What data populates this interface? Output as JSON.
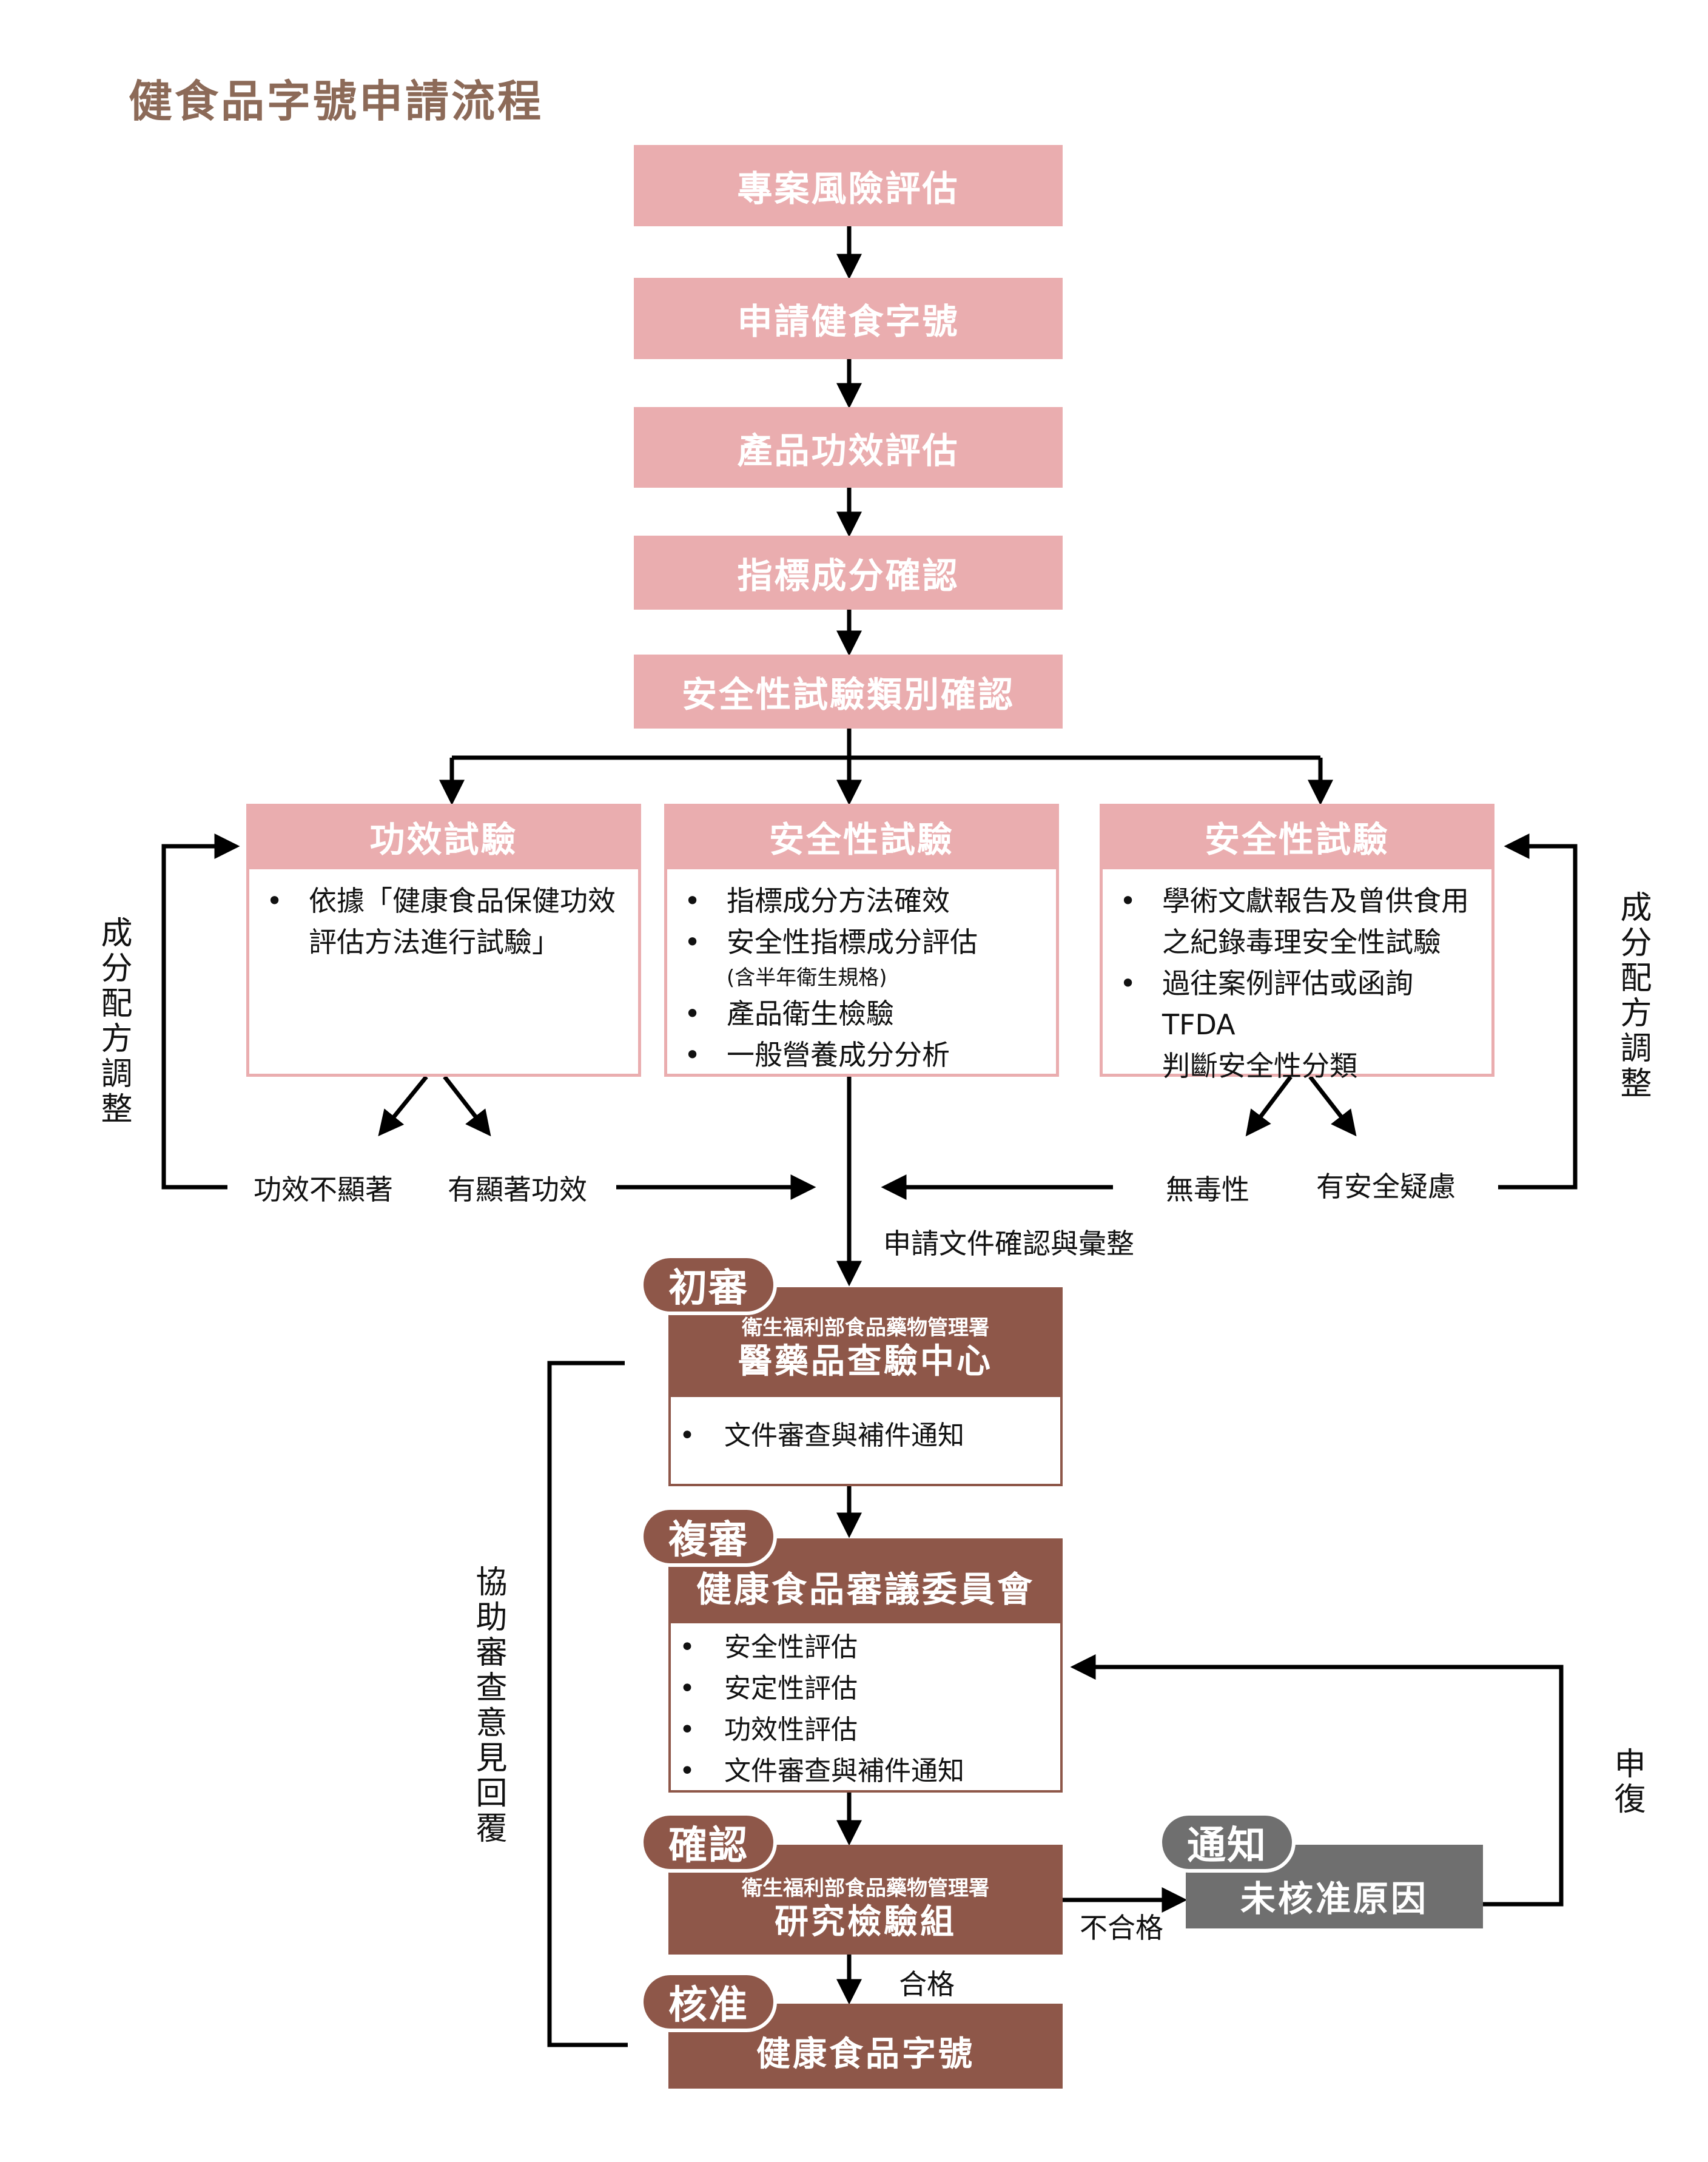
{
  "title": "健食品字號申請流程",
  "colors": {
    "pink": "#eaadaf",
    "brown": "#8e5749",
    "gray": "#6f6f6f",
    "title": "#8c6a58"
  },
  "steps": [
    "專案風險評估",
    "申請健食字號",
    "產品功效評估",
    "指標成分確認",
    "安全性試驗類別確認"
  ],
  "branches": [
    {
      "title": "功效試驗",
      "items": [
        {
          "text": "依據「健康食品保健功效評估方法進行試驗」",
          "line1": "依據「健康食品保健功效",
          "line2": "評估方法進行試驗」"
        }
      ]
    },
    {
      "title": "安全性試驗",
      "items": [
        {
          "text": "指標成分方法確效"
        },
        {
          "text": "安全性指標成分評估",
          "note": "(含半年衛生規格)"
        },
        {
          "text": "產品衛生檢驗"
        },
        {
          "text": "一般營養成分分析"
        }
      ]
    },
    {
      "title": "安全性試驗",
      "items": [
        {
          "line1": "學術文獻報告及曾供食用",
          "line2": "之紀錄毒理安全性試驗"
        },
        {
          "line1": "過往案例評估或函詢TFDA",
          "line2": "判斷安全性分類"
        }
      ]
    }
  ],
  "outcomes": {
    "efficacy_fail": "功效不顯著",
    "efficacy_pass": "有顯著功效",
    "safety_pass": "無毒性",
    "safety_fail": "有安全疑慮"
  },
  "side_labels": {
    "left_adjust": "成分配方調整",
    "right_adjust": "成分配方調整",
    "assist_review": "協助審查意見回覆",
    "appeal": "申復"
  },
  "compile_label": "申請文件確認與彙整",
  "bullet": "•",
  "review": {
    "initial": {
      "tag": "初審",
      "org": "衛生福利部食品藥物管理署",
      "name": "醫藥品查驗中心",
      "items": [
        "文件審查與補件通知"
      ]
    },
    "second": {
      "tag": "複審",
      "name": "健康食品審議委員會",
      "items": [
        "安全性評估",
        "安定性評估",
        "功效性評估",
        "文件審查與補件通知"
      ]
    },
    "confirm": {
      "tag": "確認",
      "org": "衛生福利部食品藥物管理署",
      "name": "研究檢驗組"
    },
    "approve": {
      "tag": "核准",
      "name": "健康食品字號"
    },
    "notify": {
      "tag": "通知",
      "name": "未核准原因"
    },
    "pass_label": "合格",
    "fail_label": "不合格"
  }
}
